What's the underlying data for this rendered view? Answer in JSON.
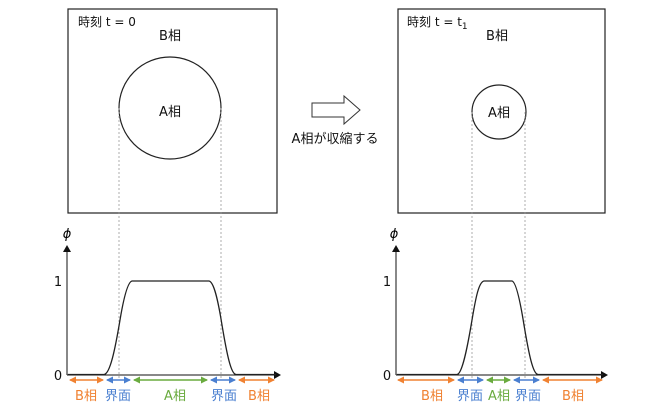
{
  "left_panel": {
    "time_label": "時刻 t = 0",
    "outer_phase": "B相",
    "inner_phase": "A相"
  },
  "right_panel": {
    "time_label_prefix": "時刻 t = t",
    "time_label_subscript": "1",
    "outer_phase": "B相",
    "inner_phase": "A相"
  },
  "transition": {
    "caption": "A相が収縮する"
  },
  "left_plot": {
    "y_axis_label": "ϕ",
    "y_tick_1": "1",
    "y_tick_0": "0",
    "regions": [
      "B相",
      "界面",
      "A相",
      "界面",
      "B相"
    ]
  },
  "right_plot": {
    "y_axis_label": "ϕ",
    "y_tick_1": "1",
    "y_tick_0": "0",
    "regions": [
      "B相",
      "界面",
      "A相",
      "界面",
      "B相"
    ]
  },
  "colors": {
    "b_phase": "#f08232",
    "interface": "#4a7fd0",
    "a_phase": "#6aab3f"
  }
}
